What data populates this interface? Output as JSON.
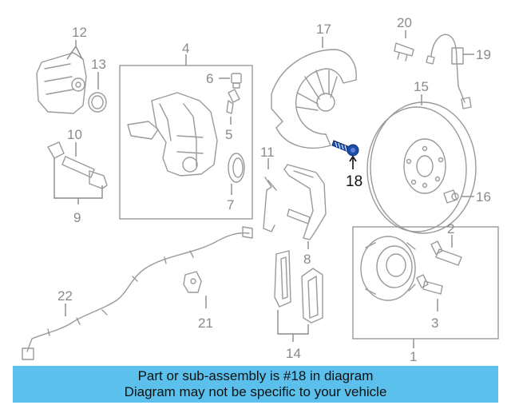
{
  "highlight_color": "#1e4fa8",
  "banner_color": "#5bc0eb",
  "callouts": {
    "c1": "1",
    "c2": "2",
    "c3": "3",
    "c4": "4",
    "c5": "5",
    "c6": "6",
    "c7": "7",
    "c8": "8",
    "c9": "9",
    "c10": "10",
    "c11": "11",
    "c12": "12",
    "c13": "13",
    "c14": "14",
    "c15": "15",
    "c16": "16",
    "c17": "17",
    "c18": "18",
    "c19": "19",
    "c20": "20",
    "c21": "21",
    "c22": "22"
  },
  "banner": {
    "line1": "Part or sub-assembly is #18 in diagram",
    "line2": "Diagram may not be specific to your vehicle"
  }
}
